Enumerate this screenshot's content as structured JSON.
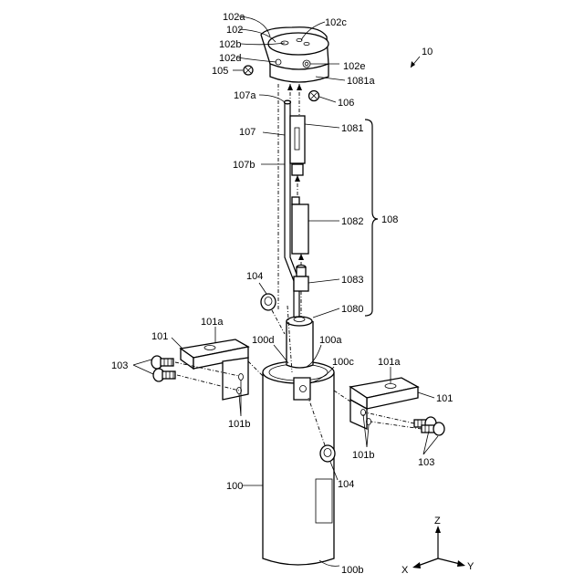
{
  "figure": {
    "assembly_ref": "10",
    "labels": {
      "l100": "100",
      "l100a": "100a",
      "l100b": "100b",
      "l100c": "100c",
      "l100d": "100d",
      "l101_left": "101",
      "l101_right": "101",
      "l101a_left": "101a",
      "l101a_right": "101a",
      "l101b_left": "101b",
      "l101b_right": "101b",
      "l102": "102",
      "l102a": "102a",
      "l102b": "102b",
      "l102c": "102c",
      "l102d": "102d",
      "l102e": "102e",
      "l103_left": "103",
      "l103_right": "103",
      "l104_top": "104",
      "l104_bottom": "104",
      "l105": "105",
      "l106": "106",
      "l107": "107",
      "l107a": "107a",
      "l107b": "107b",
      "l108": "108",
      "l1080": "1080",
      "l1081": "1081",
      "l1081a": "1081a",
      "l1082": "1082",
      "l1083": "1083"
    },
    "axes": {
      "z": "Z",
      "x": "X",
      "y": "Y"
    }
  }
}
